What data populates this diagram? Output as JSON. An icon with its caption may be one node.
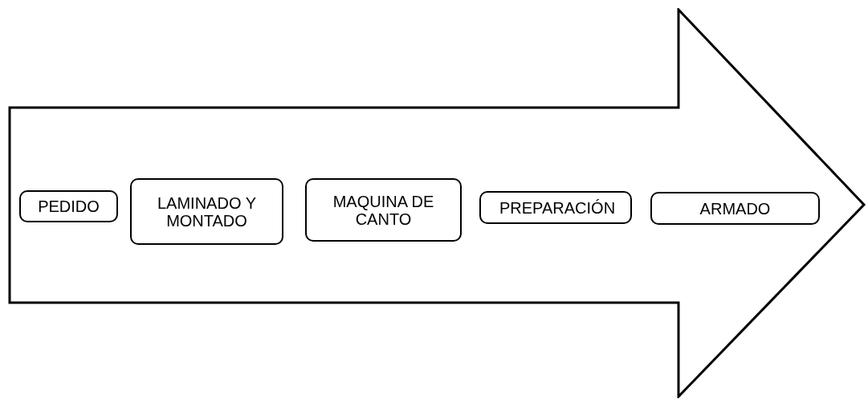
{
  "diagram": {
    "nodes": [
      {
        "text": [],
        "shape": "arrow"
      },
      {
        "text": [
          "PEDIDO"
        ],
        "in": 0
      },
      {
        "text": [
          "LAMINADO Y MONTADO"
        ],
        "in": 0
      },
      {
        "text": [
          "MAQUINA DE CANTO"
        ],
        "in": 0
      },
      {
        "text": [
          "PREPARACIÓN"
        ],
        "in": 0
      },
      {
        "text": [
          "ARMADO"
        ],
        "in": 0
      }
    ]
  }
}
